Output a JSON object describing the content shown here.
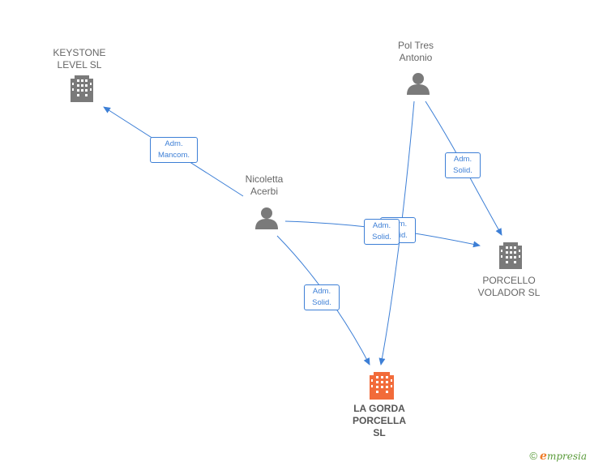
{
  "nodes": {
    "keystone": {
      "line1": "KEYSTONE",
      "line2": "LEVEL  SL",
      "icon": "building-icon",
      "color": "#7a7a7a"
    },
    "pol_tres": {
      "line1": "Pol Tres",
      "line2": "Antonio",
      "icon": "person-icon",
      "color": "#7a7a7a"
    },
    "nicoletta": {
      "line1": "Nicoletta",
      "line2": "Acerbi",
      "icon": "person-icon",
      "color": "#7a7a7a"
    },
    "porcello": {
      "line1": "PORCELLO",
      "line2": "VOLADOR  SL",
      "icon": "building-icon",
      "color": "#7a7a7a"
    },
    "la_gorda": {
      "line1": "LA GORDA",
      "line2": "PORCELLA",
      "line3": "SL",
      "icon": "building-icon",
      "color": "#f26b3a"
    }
  },
  "edges": {
    "nicoletta_keystone": {
      "line1": "Adm.",
      "line2": "Mancom."
    },
    "pol_porcello": {
      "line1": "Adm.",
      "line2": "Solid."
    },
    "nicoletta_porcello": {
      "line1": "Adm.",
      "line2": "Solid."
    },
    "pol_lagorda_hidden": {
      "line1": "Adm.",
      "line2": "Solid."
    },
    "nicoletta_lagorda": {
      "line1": "Adm.",
      "line2": "Solid."
    }
  },
  "colors": {
    "edge": "#3d7fd6",
    "node": "#7a7a7a",
    "main_node": "#f26b3a"
  },
  "footer": {
    "copyright": "©",
    "brand_first": "e",
    "brand_rest": "mpresia"
  }
}
